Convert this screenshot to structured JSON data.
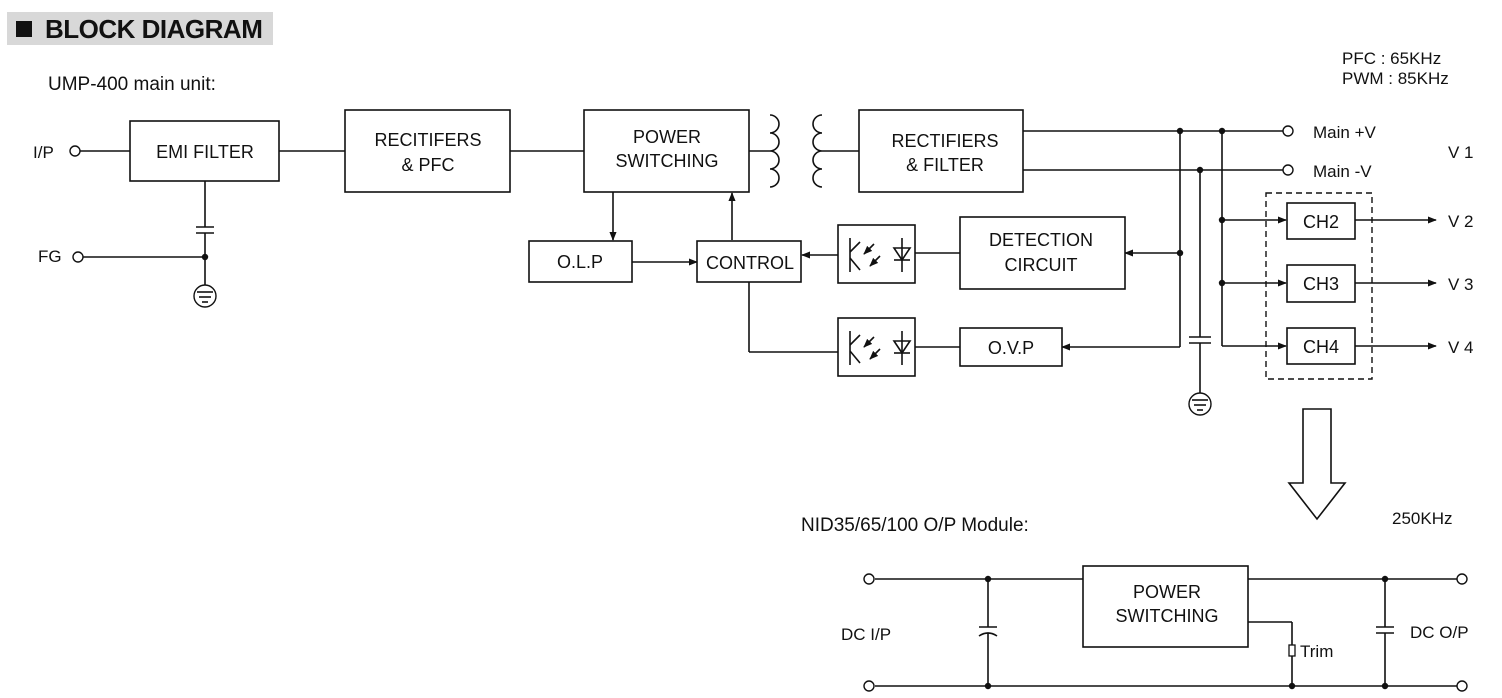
{
  "header": {
    "title": "BLOCK DIAGRAM"
  },
  "main_unit": {
    "label": "UMP-400 main unit:",
    "freq": {
      "pfc": "PFC : 65KHz",
      "pwm": "PWM : 85KHz"
    },
    "inputs": {
      "ip": "I/P",
      "fg": "FG"
    },
    "blocks": {
      "emi": "EMI FILTER",
      "rpfc_1": "RECITIFERS",
      "rpfc_2": "& PFC",
      "ps_1": "POWER",
      "ps_2": "SWITCHING",
      "rf_1": "RECTIFIERS",
      "rf_2": "& FILTER",
      "olp": "O.L.P",
      "control": "CONTROL",
      "det_1": "DETECTION",
      "det_2": "CIRCUIT",
      "ovp": "O.V.P",
      "ch2": "CH2",
      "ch3": "CH3",
      "ch4": "CH4"
    },
    "outputs": {
      "main_pos": "Main +V",
      "main_neg": "Main -V",
      "v1": "V 1",
      "v2": "V 2",
      "v3": "V 3",
      "v4": "V 4"
    }
  },
  "module": {
    "label": "NID35/65/100  O/P Module:",
    "freq": "250KHz",
    "ps_1": "POWER",
    "ps_2": "SWITCHING",
    "dc_in": "DC  I/P",
    "dc_out": "DC O/P",
    "trim": "Trim"
  }
}
